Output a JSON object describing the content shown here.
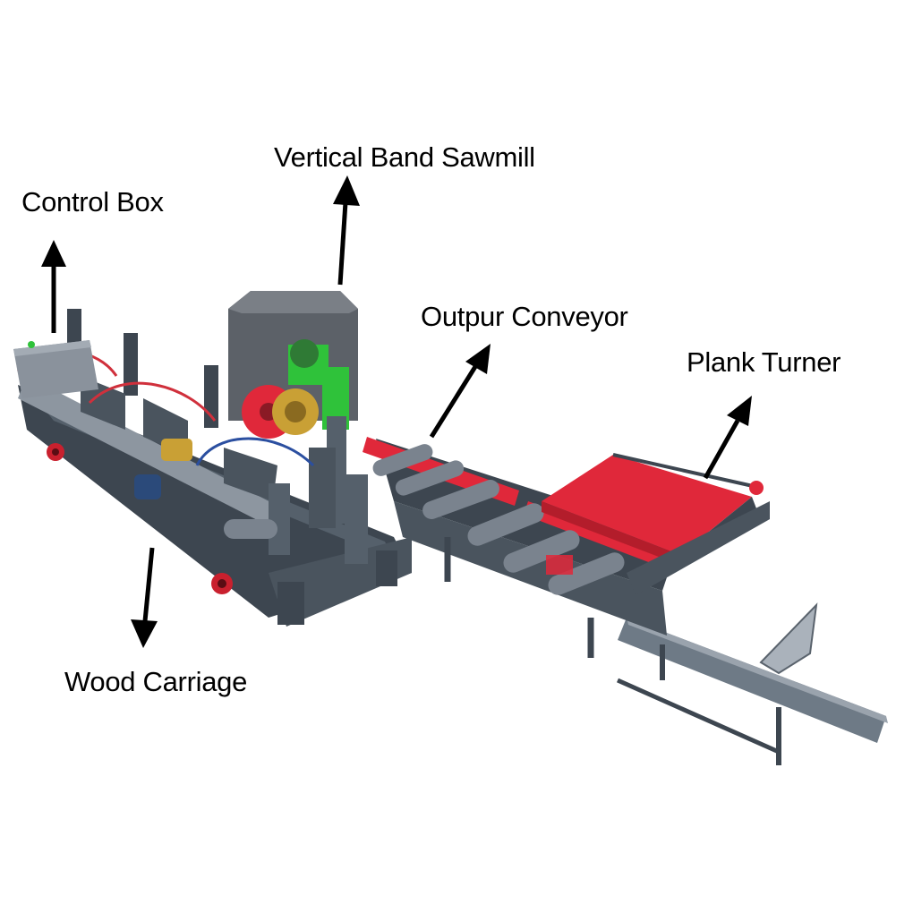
{
  "labels": {
    "control_box": "Control Box",
    "vertical_band_sawmill": "Vertical Band Sawmill",
    "output_conveyor": "Outpur Conveyor",
    "plank_turner": "Plank Turner",
    "wood_carriage": "Wood Carriage"
  },
  "colors": {
    "frame": "#3d4650",
    "frame_light": "#6e7a86",
    "roller": "#7a838e",
    "red": "#e0283a",
    "green": "#2fc23a",
    "saw_housing": "#5c6168",
    "wheel": "#c9a035",
    "arrow": "#000000"
  }
}
